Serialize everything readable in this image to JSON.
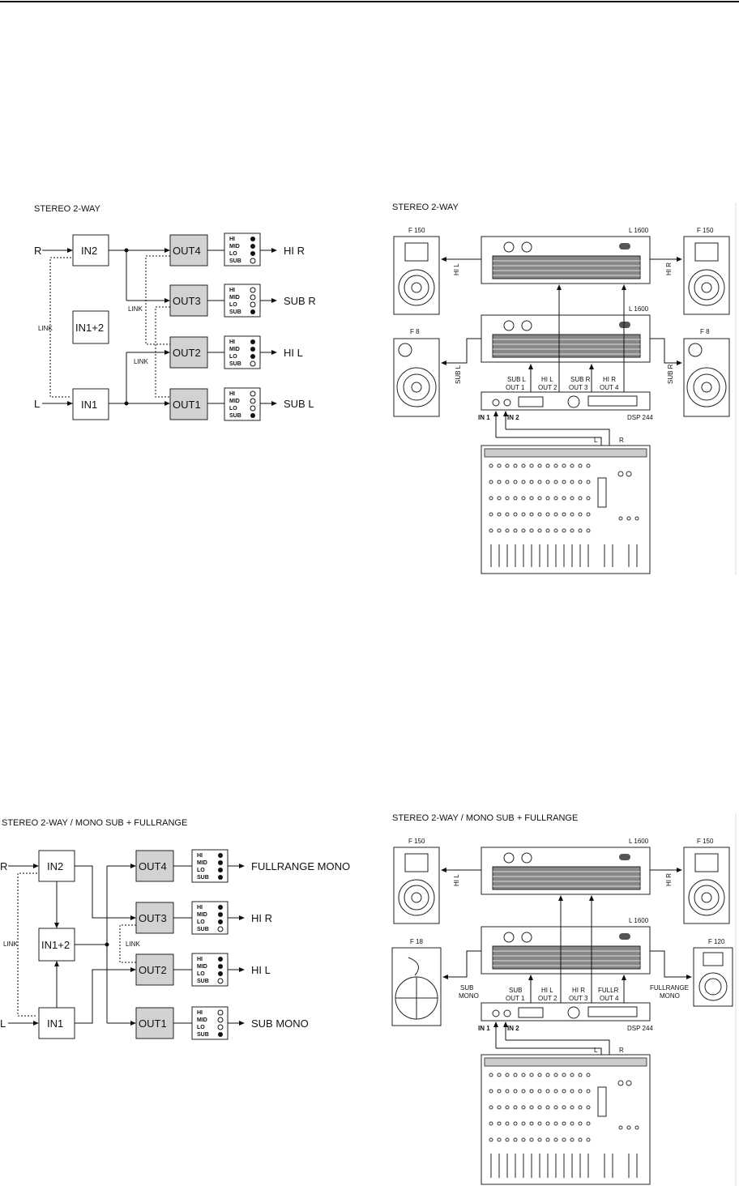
{
  "diagram1": {
    "title": "STEREO 2-WAY",
    "in_left": "L",
    "in_right": "R",
    "link": "LINK",
    "boxes": {
      "in2": "IN2",
      "in1": "IN1",
      "in12": "IN1+2",
      "out4": "OUT4",
      "out3": "OUT3",
      "out2": "OUT2",
      "out1": "OUT1"
    },
    "bands": [
      "HI",
      "MID",
      "LO",
      "SUB"
    ],
    "outputs": [
      "HI R",
      "SUB R",
      "HI L",
      "SUB L"
    ]
  },
  "setup1": {
    "title": "STEREO 2-WAY",
    "spk_top_left": "F 150",
    "spk_top_right": "F 150",
    "spk_bot_left": "F 8",
    "spk_bot_right": "F 8",
    "amp_top": "L 1600",
    "amp_bot": "L 1600",
    "label_hil": "HI L",
    "label_hir": "HI R",
    "label_subl": "SUB L",
    "label_subr": "SUB R",
    "dsp": "DSP 244",
    "outs": [
      "SUB L",
      "OUT 1",
      "HI L",
      "OUT 2",
      "SUB R",
      "OUT 3",
      "HI R",
      "OUT 4"
    ],
    "in1": "IN 1",
    "in2": "IN 2",
    "mixer_l": "L",
    "mixer_r": "R"
  },
  "diagram2": {
    "title": "STEREO 2-WAY / MONO SUB + FULLRANGE",
    "in_left": "L",
    "in_right": "R",
    "link": "LINK",
    "boxes": {
      "in2": "IN2",
      "in1": "IN1",
      "in12": "IN1+2",
      "out4": "OUT4",
      "out3": "OUT3",
      "out2": "OUT2",
      "out1": "OUT1"
    },
    "bands": [
      "HI",
      "MID",
      "LO",
      "SUB"
    ],
    "outputs": [
      "FULLRANGE MONO",
      "HI R",
      "HI L",
      "SUB MONO"
    ]
  },
  "setup2": {
    "title": "STEREO 2-WAY / MONO SUB + FULLRANGE",
    "spk_top_left": "F 150",
    "spk_top_right": "F 150",
    "spk_bot_left": "F 18",
    "spk_bot_right": "F 120",
    "amp_top": "L 1600",
    "amp_bot": "L 1600",
    "label_hil": "HI L",
    "label_hir": "HI R",
    "label_sub1": "SUB",
    "label_sub2": "MONO",
    "label_full1": "FULLRANGE",
    "label_full2": "MONO",
    "dsp": "DSP 244",
    "outs": [
      "SUB",
      "OUT 1",
      "HI L",
      "OUT 2",
      "HI R",
      "OUT 3",
      "FULLR",
      "OUT 4"
    ],
    "in1": "IN 1",
    "in2": "IN 2",
    "mixer_l": "L",
    "mixer_r": "R"
  }
}
